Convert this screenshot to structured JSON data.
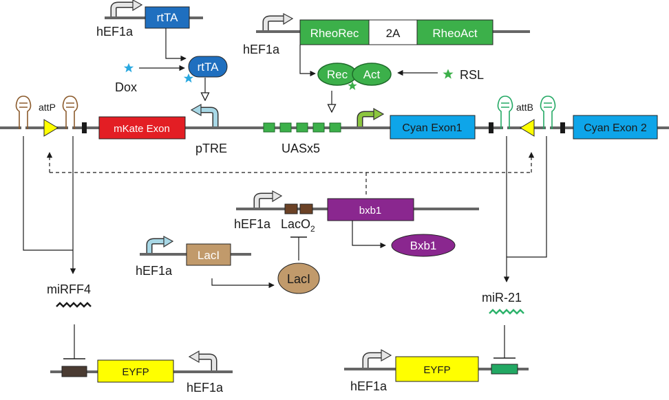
{
  "labels": {
    "hef1a_rtta": "hEF1a",
    "rtta_gene": "rtTA",
    "rtta_protein": "rtTA",
    "dox": "Dox",
    "hef1a_rheo": "hEF1a",
    "rheorec": "RheoRec",
    "twoa": "2A",
    "rheoact": "RheoAct",
    "rec": "Rec",
    "act": "Act",
    "rsl": "RSL",
    "attp": "attP",
    "attb": "attB",
    "mkate": "mKate Exon",
    "ptre": "pTRE",
    "uas": "UASx5",
    "cyan1": "Cyan Exon1",
    "cyan2": "Cyan Exon 2",
    "hef1a_bxb1": "hEF1a",
    "laco": "LacO",
    "laco_sub": "2",
    "bxb1_gene": "bxb1",
    "bxb1_protein": "Bxb1",
    "hef1a_laci": "hEF1a",
    "laci_gene": "LacI",
    "laci_protein": "LacI",
    "mirff4": "miRFF4",
    "mir21": "miR-21",
    "eyfp_left": "EYFP",
    "hef1a_eyfp_left": "hEF1a",
    "eyfp_right": "EYFP",
    "hef1a_eyfp_right": "hEF1a"
  },
  "colors": {
    "rtta": "#1f6fbf",
    "rheo": "#3cb04a",
    "rheo_dark": "#1e6b2a",
    "mkate": "#e31e24",
    "cyan": "#0ea5e9",
    "bxb1": "#8a278f",
    "laci": "#c19a6b",
    "eyfp": "#ffff00",
    "laco": "#6b4226",
    "star_blue": "#29a8e0",
    "star_green": "#3cb04a",
    "ptre_arrow": "#a8d8e6",
    "uas_promoter": "#8cc63f",
    "att_site": "#ffff00",
    "mir21_target": "#22a863",
    "mirff4_target": "#4a3b32",
    "mirff4_wave": "#1a1a1a",
    "mir21_wave": "#2db36b"
  },
  "icons": [
    "promoter-arrow-icon",
    "star-icon",
    "hairpin-icon",
    "att-triangle-icon",
    "mirna-wave-icon",
    "repression-bar-icon"
  ]
}
